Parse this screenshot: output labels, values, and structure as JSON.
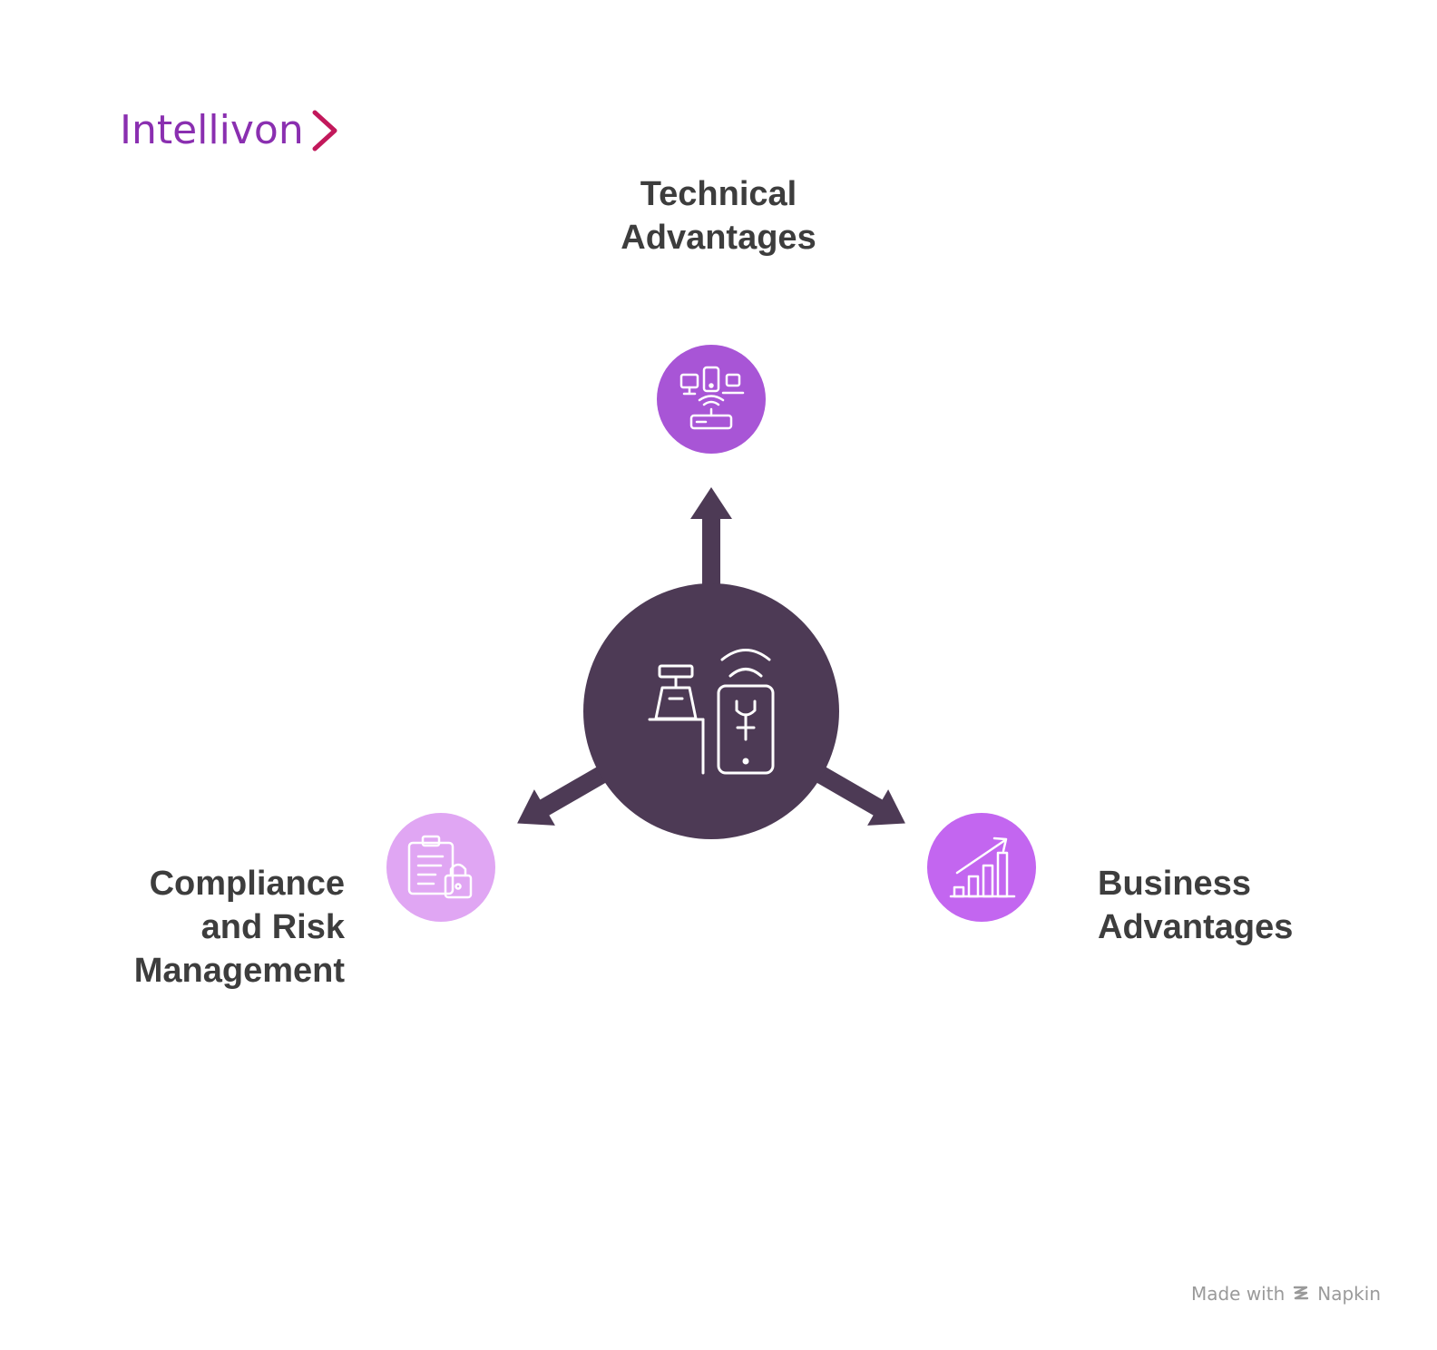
{
  "brand": {
    "name": "Intellivon",
    "color": "#8a2fb0",
    "chevron_color": "#c2185b",
    "chevron_icon": "chevron-right-icon"
  },
  "center": {
    "color": "#4d3a55",
    "icon": "pos-terminal-mobile-payment-icon"
  },
  "nodes": [
    {
      "id": "technical",
      "label_lines": [
        "Technical",
        "Advantages"
      ],
      "color": "#a855d6",
      "icon": "network-devices-router-icon"
    },
    {
      "id": "compliance",
      "label_lines": [
        "Compliance",
        "and Risk",
        "Management"
      ],
      "color": "#e0a6f3",
      "icon": "clipboard-lock-icon"
    },
    {
      "id": "business",
      "label_lines": [
        "Business",
        "Advantages"
      ],
      "color": "#c366f0",
      "icon": "growth-bar-chart-icon"
    }
  ],
  "footer": {
    "made_with": "Made with",
    "tool": "Napkin",
    "icon": "napkin-icon"
  }
}
